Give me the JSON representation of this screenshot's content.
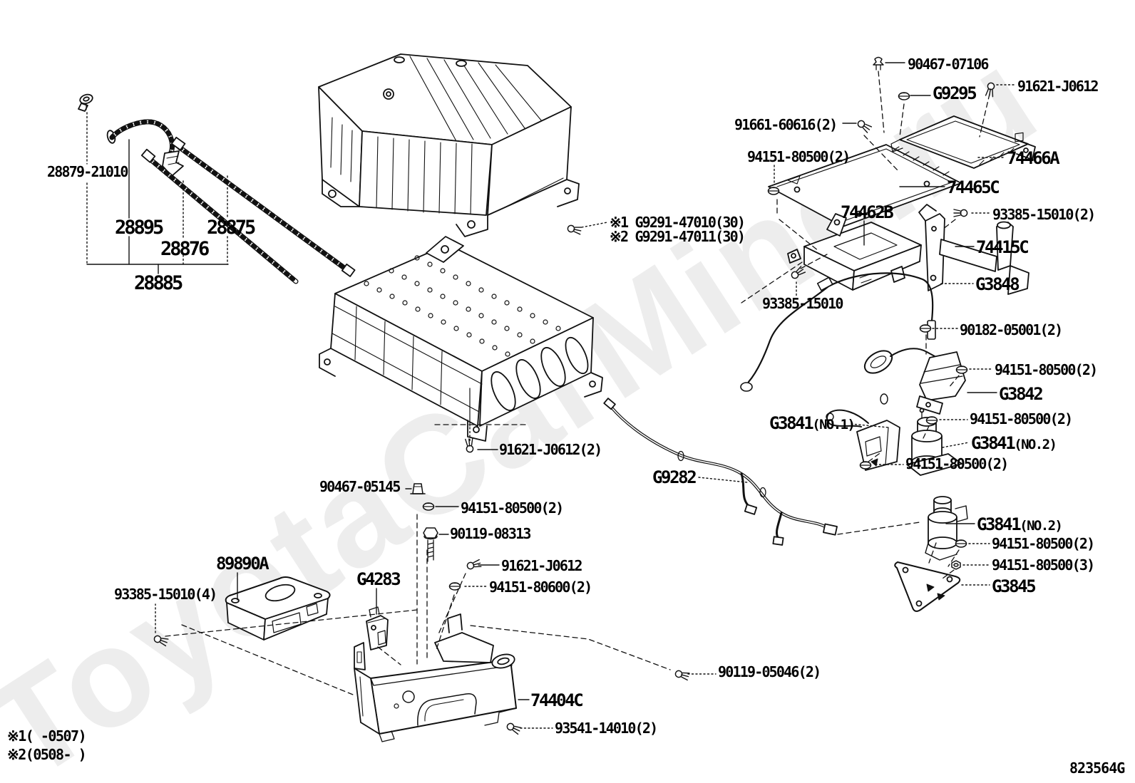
{
  "diagram": {
    "watermark": "ToyotaCarMine.ru",
    "sheet_code": "823564G",
    "footnotes": [
      "※1(  -0507)",
      "※2(0508-  )"
    ],
    "labels": [
      {
        "id": "90467-07106",
        "text": "90467-07106"
      },
      {
        "id": "91621-J0612-top",
        "text": "91621-J0612"
      },
      {
        "id": "G9295",
        "text": "G9295"
      },
      {
        "id": "91661-60616",
        "text": "91661-60616(2)"
      },
      {
        "id": "94151-80500-a",
        "text": "94151-80500(2)"
      },
      {
        "id": "74466A",
        "text": "74466A"
      },
      {
        "id": "74465C",
        "text": "74465C"
      },
      {
        "id": "74462B",
        "text": "74462B"
      },
      {
        "id": "93385-15010-2",
        "text": "93385-15010(2)"
      },
      {
        "id": "74415C",
        "text": "74415C"
      },
      {
        "id": "G3848",
        "text": "G3848"
      },
      {
        "id": "G9291-47010",
        "text": "※1 G9291-47010(30)"
      },
      {
        "id": "G9291-47011",
        "text": "※2 G9291-47011(30)"
      },
      {
        "id": "93385-15010",
        "text": "93385-15010"
      },
      {
        "id": "90182-05001",
        "text": "90182-05001(2)"
      },
      {
        "id": "94151-80500-b",
        "text": "94151-80500(2)"
      },
      {
        "id": "G3842",
        "text": "G3842"
      },
      {
        "id": "G3841-no1",
        "text": "G3841",
        "suffix": "(NO.1)"
      },
      {
        "id": "94151-80500-c",
        "text": "94151-80500(2)"
      },
      {
        "id": "G3841-no2a",
        "text": "G3841",
        "suffix": "(NO.2)"
      },
      {
        "id": "94151-80500-d",
        "text": "94151-80500(2)"
      },
      {
        "id": "G9282",
        "text": "G9282"
      },
      {
        "id": "G3841-no2b",
        "text": "G3841",
        "suffix": "(NO.2)"
      },
      {
        "id": "94151-80500-e",
        "text": "94151-80500(2)"
      },
      {
        "id": "94151-80500-3",
        "text": "94151-80500(3)"
      },
      {
        "id": "G3845",
        "text": "G3845"
      },
      {
        "id": "28879-21010",
        "text": "28879-21010"
      },
      {
        "id": "28895",
        "text": "28895"
      },
      {
        "id": "28875",
        "text": "28875"
      },
      {
        "id": "28876",
        "text": "28876"
      },
      {
        "id": "28885",
        "text": "28885"
      },
      {
        "id": "91621-J0612-2",
        "text": "91621-J0612(2)"
      },
      {
        "id": "90467-05145",
        "text": "90467-05145"
      },
      {
        "id": "94151-80500-f",
        "text": "94151-80500(2)"
      },
      {
        "id": "90119-08313",
        "text": "90119-08313"
      },
      {
        "id": "91621-J0612-b",
        "text": "91621-J0612"
      },
      {
        "id": "94151-80600",
        "text": "94151-80600(2)"
      },
      {
        "id": "89890A",
        "text": "89890A"
      },
      {
        "id": "G4283",
        "text": "G4283"
      },
      {
        "id": "93385-15010-4",
        "text": "93385-15010(4)"
      },
      {
        "id": "90119-05046",
        "text": "90119-05046(2)"
      },
      {
        "id": "74404C",
        "text": "74404C"
      },
      {
        "id": "93541-14010",
        "text": "93541-14010(2)"
      }
    ]
  }
}
